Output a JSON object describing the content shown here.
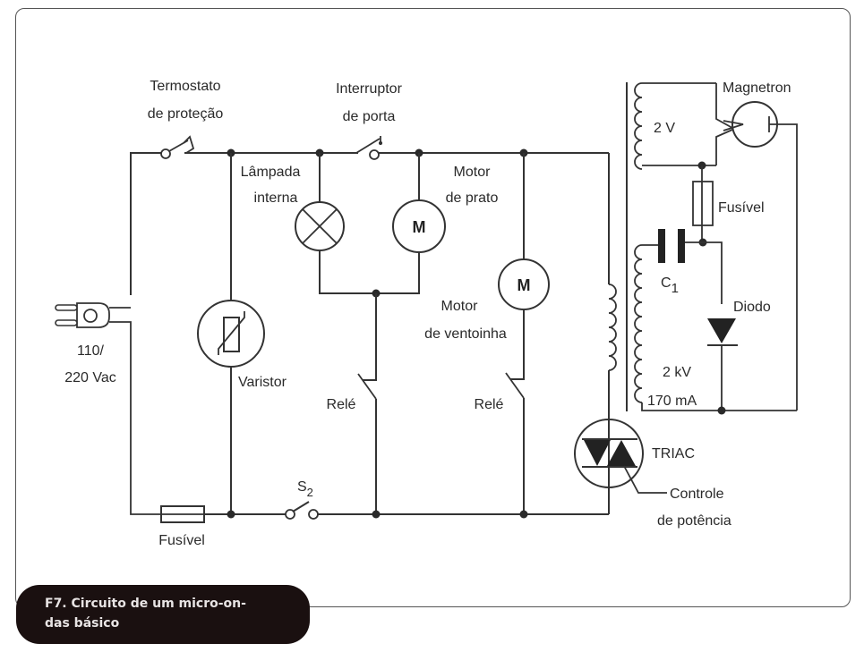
{
  "caption": {
    "line1": "F7. Circuito de um micro-on-",
    "line2": "das básico"
  },
  "labels": {
    "thermostat": [
      "Termostato",
      "de proteção"
    ],
    "door_switch": [
      "Interruptor",
      "de porta"
    ],
    "lamp": [
      "Lâmpada",
      "interna"
    ],
    "turntable_motor": [
      "Motor",
      "de prato"
    ],
    "fan_motor": [
      "Motor",
      "de ventoinha"
    ],
    "magnetron": "Magnetron",
    "filament_voltage": "2 V",
    "hv_fuse": "Fusível",
    "capacitor": "C",
    "capacitor_sub": "1",
    "diode": "Diodo",
    "hv_winding": [
      "2 kV",
      "170 mA"
    ],
    "plug": [
      "110/",
      "220 Vac"
    ],
    "varistor": "Varistor",
    "relay_1": "Relé",
    "relay_2": "Relé",
    "switch_s2": "S",
    "switch_s2_sub": "2",
    "main_fuse": "Fusível",
    "triac": "TRIAC",
    "power_control": [
      "Controle",
      "de potência"
    ],
    "motor_symbol": "M"
  }
}
